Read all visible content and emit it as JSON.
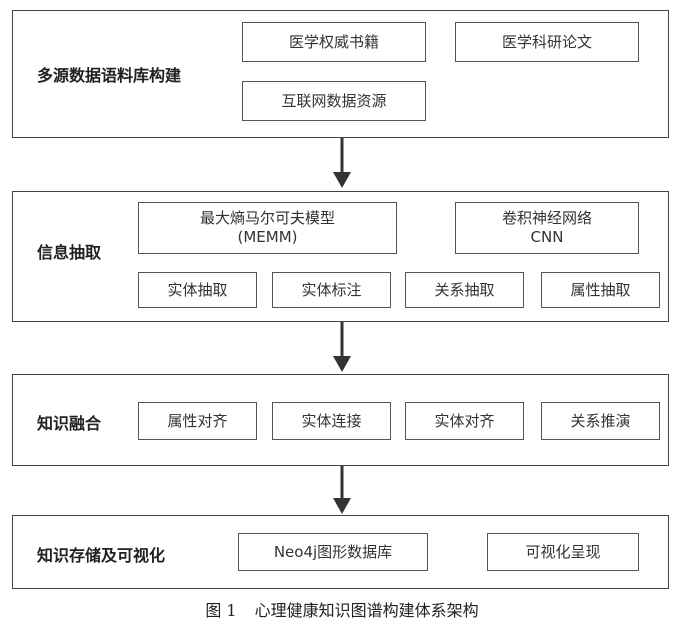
{
  "stages": [
    {
      "title": "多源数据语料库构建",
      "nodes": [
        "医学权威书籍",
        "医学科研论文",
        "互联网数据资源"
      ]
    },
    {
      "title": "信息抽取",
      "models": [
        {
          "line1": "最大熵马尔可夫模型",
          "line2": "(MEMM)"
        },
        {
          "line1": "卷积神经网络",
          "line2": "CNN"
        }
      ],
      "nodes": [
        "实体抽取",
        "实体标注",
        "关系抽取",
        "属性抽取"
      ]
    },
    {
      "title": "知识融合",
      "nodes": [
        "属性对齐",
        "实体连接",
        "实体对齐",
        "关系推演"
      ]
    },
    {
      "title": "知识存储及可视化",
      "nodes": [
        "Neo4j图形数据库",
        "可视化呈现"
      ]
    }
  ],
  "caption": {
    "number": "图 1",
    "text": "心理健康知识图谱构建体系架构"
  }
}
